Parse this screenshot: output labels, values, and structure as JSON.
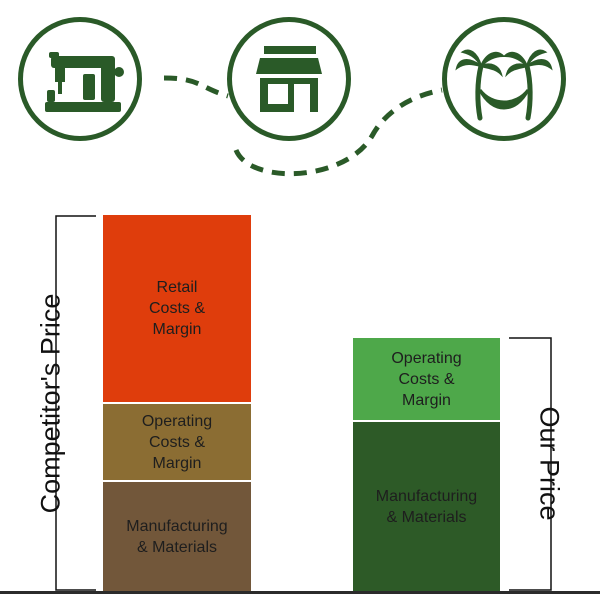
{
  "icons": {
    "left": "sewing-machine-icon",
    "middle": "storefront-icon",
    "right": "palm-trees-hammock-icon",
    "path_style": "dashed"
  },
  "colors": {
    "icon_green": "#2a5a28",
    "retail": "#df3d0c",
    "operating_competitor": "#8b6d33",
    "manufacturing_competitor": "#72573a",
    "operating_ours": "#4ea84a",
    "manufacturing_ours": "#2d5a27"
  },
  "competitor": {
    "label": "Competitor's Price",
    "segments": {
      "retail": "Retail\nCosts &\nMargin",
      "operating": "Operating\nCosts &\nMargin",
      "manufacturing": "Manufacturing\n& Materials"
    }
  },
  "ours": {
    "label": "Our Price",
    "segments": {
      "operating": "Operating\nCosts &\nMargin",
      "manufacturing": "Manufacturing\n& Materials"
    }
  }
}
